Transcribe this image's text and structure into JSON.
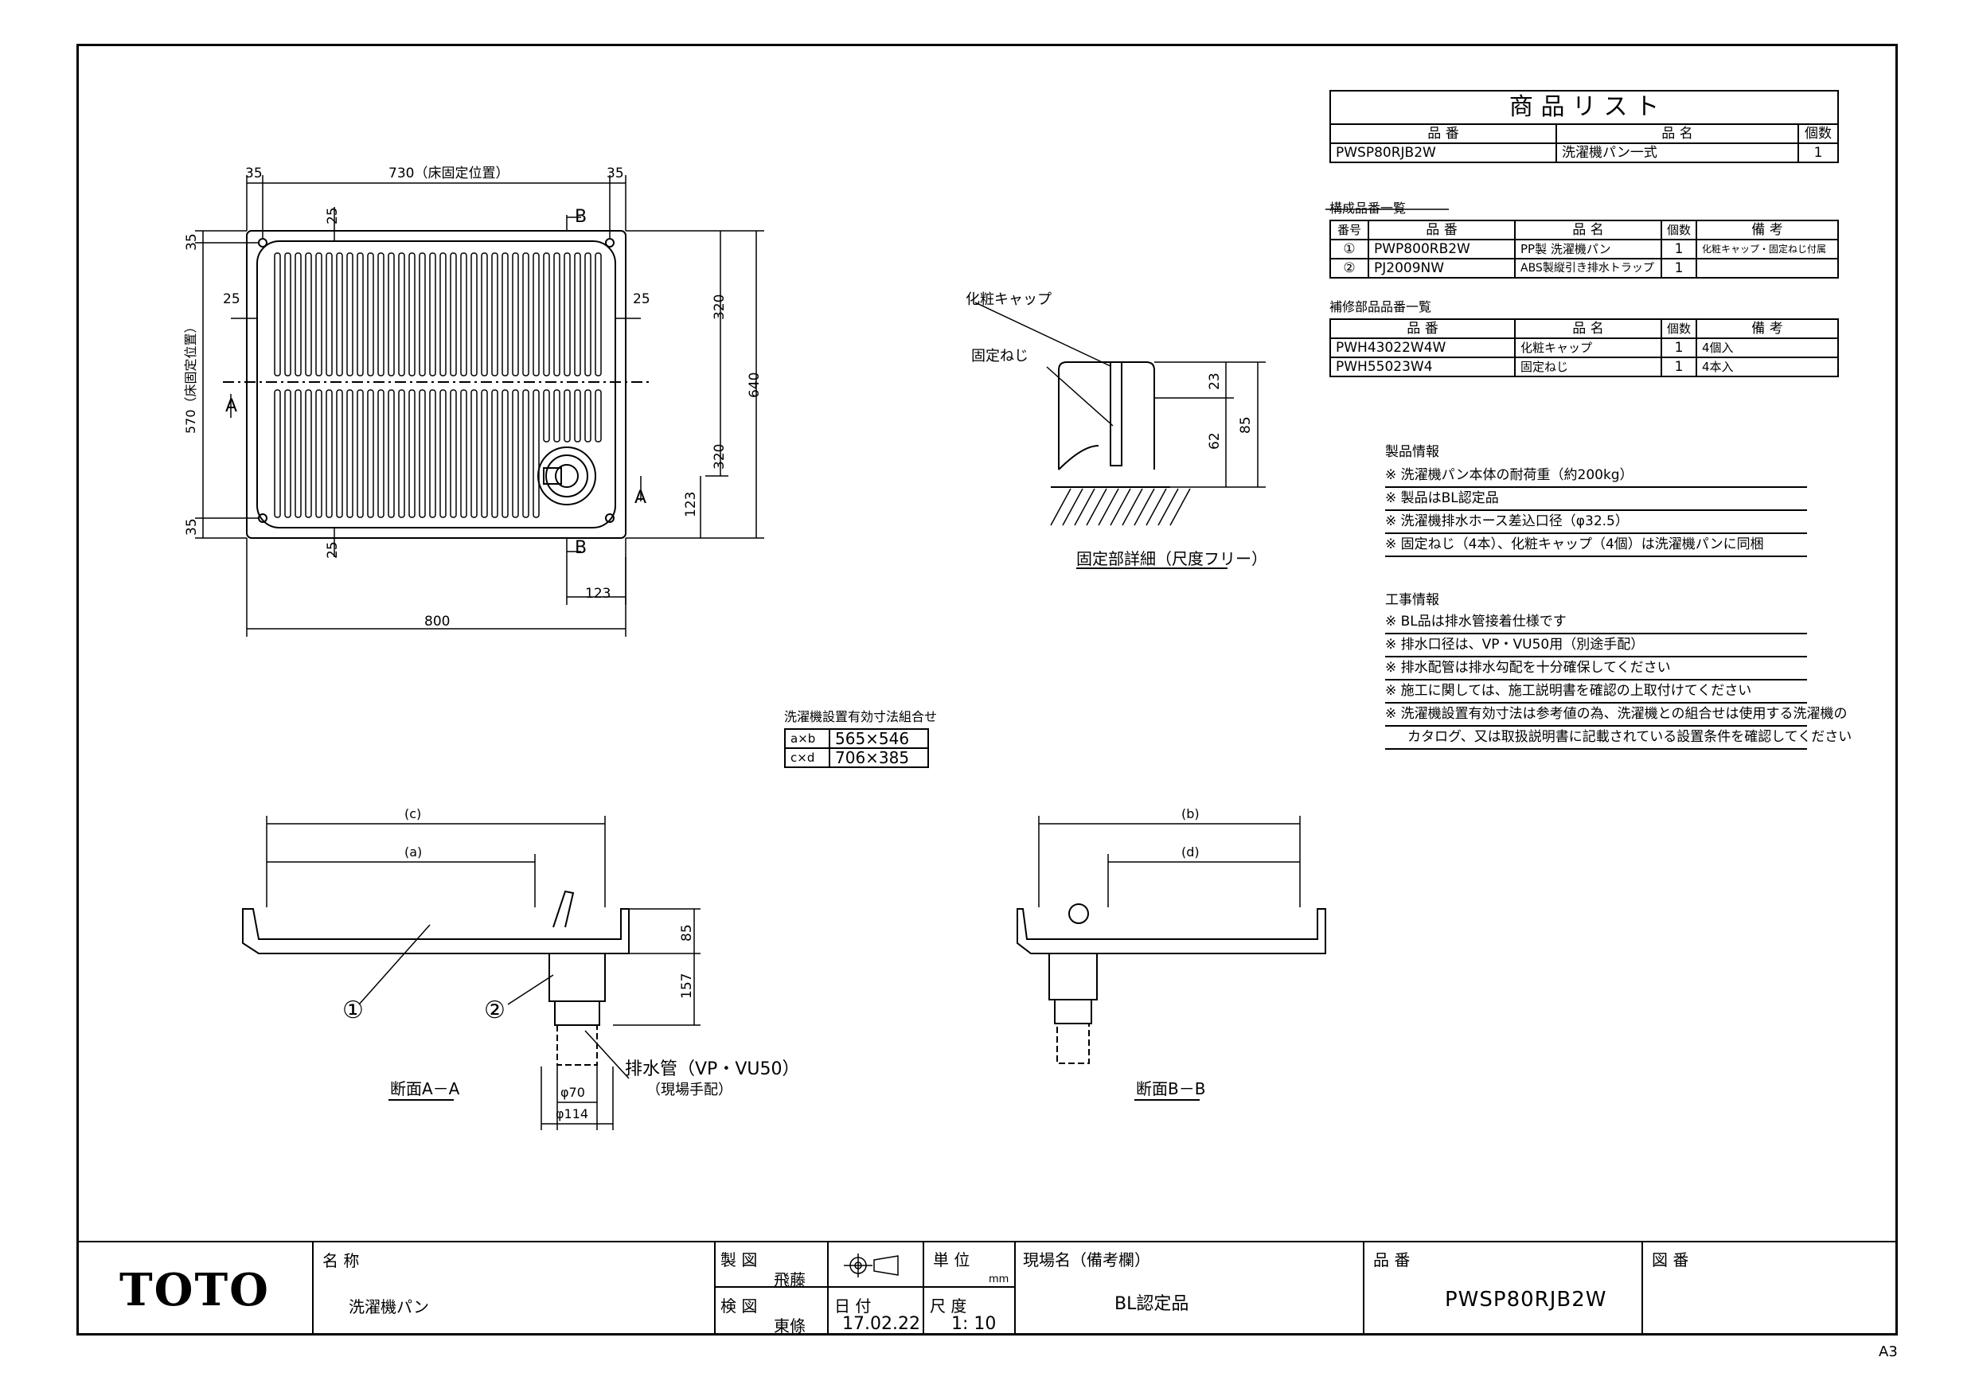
{
  "product_list": {
    "title": "商 品 リ ス ト",
    "headers": {
      "code": "品 番",
      "name": "品 名",
      "qty": "個数"
    },
    "row": {
      "code": "PWSP80RJB2W",
      "name": "洗濯機パン一式",
      "qty": "1"
    }
  },
  "components": {
    "title": "構成品番一覧",
    "headers": {
      "no": "番号",
      "code": "品 番",
      "name": "品 名",
      "qty": "個数",
      "note": "備 考"
    },
    "rows": [
      {
        "no": "①",
        "code": "PWP800RB2W",
        "name": "PP製 洗濯機パン",
        "qty": "1",
        "note": "化粧キャップ・固定ねじ付属"
      },
      {
        "no": "②",
        "code": "PJ2009NW",
        "name": "ABS製縦引き排水トラップ",
        "qty": "1",
        "note": ""
      }
    ]
  },
  "repair_parts": {
    "title": "補修部品品番一覧",
    "headers": {
      "code": "品 番",
      "name": "品 名",
      "qty": "個数",
      "note": "備 考"
    },
    "rows": [
      {
        "code": "PWH43022W4W",
        "name": "化粧キャップ",
        "qty": "1",
        "note": "4個入"
      },
      {
        "code": "PWH55023W4",
        "name": "固定ねじ",
        "qty": "1",
        "note": "4本入"
      }
    ]
  },
  "product_info": {
    "title": "製品情報",
    "items": [
      "※ 洗濯機パン本体の耐荷重（約200kg）",
      "※ 製品はBL認定品",
      "※ 洗濯機排水ホース差込口径（φ32.5）",
      "※ 固定ねじ（4本）、化粧キャップ（4個）は洗濯機パンに同梱"
    ]
  },
  "construction_info": {
    "title": "工事情報",
    "items": [
      "※ BL品は排水管接着仕様です",
      "※ 排水口径は、VP・VU50用（別途手配）",
      "※ 排水配管は排水勾配を十分確保してください",
      "※ 施工に関しては、施工説明書を確認の上取付けてください",
      "※ 洗濯機設置有効寸法は参考値の為、洗濯機との組合せは使用する洗濯機の",
      "カタログ、又は取扱説明書に記載されている設置条件を確認してください"
    ]
  },
  "install_dims": {
    "title": "洗濯機設置有効寸法組合せ",
    "rows": [
      {
        "label": "a×b",
        "value": "565×546"
      },
      {
        "label": "c×d",
        "value": "706×385"
      }
    ]
  },
  "plan_view": {
    "dim_35_left": "35",
    "dim_730": "730（床固定位置）",
    "dim_35_right": "35",
    "dim_25_top": "25",
    "sec_b_top": "B",
    "dim_35_top_side": "35",
    "dim_25_left": "25",
    "dim_25_right": "25",
    "dim_320_top": "320",
    "dim_570": "570（床固定位置）",
    "sec_a_left": "A",
    "dim_640": "640",
    "dim_320_bottom": "320",
    "sec_a_right": "A",
    "dim_123_v": "123",
    "dim_35_bottom_side": "35",
    "dim_25_bottom": "25",
    "sec_b_bottom": "B",
    "dim_123_h": "123",
    "dim_800": "800"
  },
  "detail": {
    "cap_label": "化粧キャップ",
    "screw_label": "固定ねじ",
    "dim_23": "23",
    "dim_62": "62",
    "dim_85": "85",
    "caption": "固定部詳細（尺度フリー）"
  },
  "section_a": {
    "dim_c": "(c)",
    "dim_a": "(a)",
    "dim_85": "85",
    "dim_157": "157",
    "part1": "①",
    "part2": "②",
    "pipe": "排水管（VP・VU50）",
    "pipe_note": "（現場手配）",
    "dia70": "φ70",
    "dia114": "φ114",
    "caption": "断面A－A"
  },
  "section_b": {
    "dim_b": "(b)",
    "dim_d": "(d)",
    "caption": "断面B－B"
  },
  "title_block": {
    "logo": "TOTO",
    "name_label": "名 称",
    "name_value": "洗濯機パン",
    "drawn_label": "製 図",
    "drawn_value": "飛藤",
    "checked_label": "検 図",
    "checked_value": "東條",
    "unit_label": "単 位",
    "unit_value": "mm",
    "date_label": "日 付",
    "date_value": "17.02.22",
    "scale_label": "尺 度",
    "scale_value": "1: 10",
    "site_label": "現場名（備考欄）",
    "site_value": "BL認定品",
    "code_label": "品 番",
    "code_value": "PWSP80RJB2W",
    "drawing_label": "図 番"
  },
  "sheet_size": "A3"
}
